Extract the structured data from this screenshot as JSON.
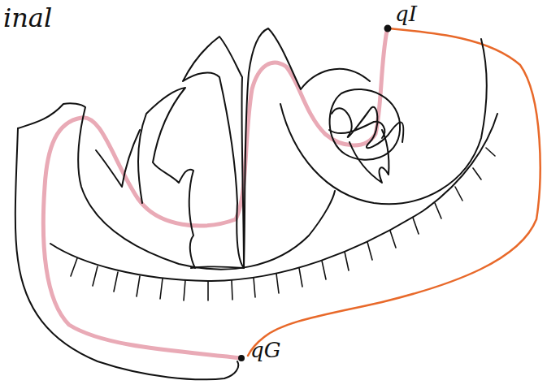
{
  "diagram": {
    "labels": [
      "inal",
      "qI",
      "qG"
    ]
  }
}
